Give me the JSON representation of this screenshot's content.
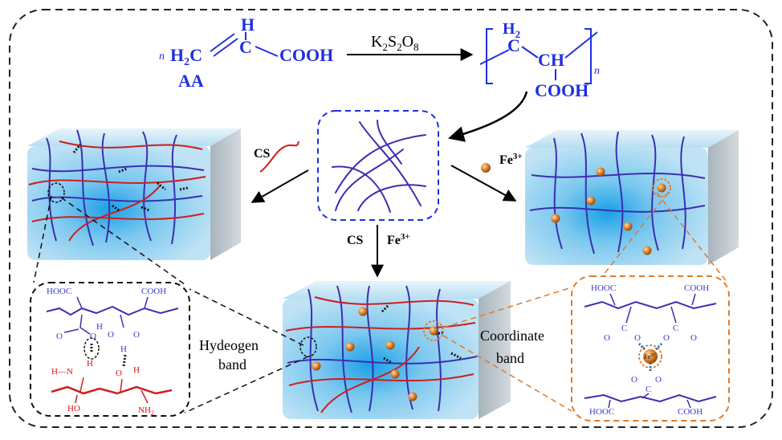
{
  "reaction": {
    "n_left": "n",
    "h2c": "H",
    "h2c_sub": "2",
    "h2c_c": "C",
    "eq": "=",
    "h_top": "H",
    "c_mid": "C",
    "cooh": "COOH",
    "monomer_label": "AA",
    "initiator_k": "K",
    "initiator_k_sub": "2",
    "initiator_s": "S",
    "initiator_s_sub": "2",
    "initiator_o": "O",
    "initiator_o_sub": "8",
    "poly_h2": "H",
    "poly_h2_sub": "2",
    "poly_c": "C",
    "poly_ch": "CH",
    "poly_cooh": "COOH",
    "poly_n": "n"
  },
  "labels": {
    "cs_left": "CS",
    "fe_right": "Fe",
    "fe_right_sup": "3+",
    "cs_bottom": "CS",
    "fe_bottom": "Fe",
    "fe_bottom_sup": "3+",
    "hydrogen_line1": "Hydeogen",
    "hydrogen_line2": "band",
    "coordinate_line1": "Coordinate",
    "coordinate_line2": "band"
  },
  "hbond_inset": {
    "hooc": "HOOC",
    "cooh": "COOH",
    "o1": "O",
    "h1": "H",
    "o2": "O",
    "h2": "H",
    "hn": "H—N",
    "oh": "O",
    "oh_h": "H",
    "h_nh": "H",
    "ho": "HO",
    "nh2": "NH",
    "nh2_sub": "2"
  },
  "coord_inset": {
    "hooc_top": "HOOC",
    "cooh_top": "COOH",
    "fe": "Fe",
    "fe_sup": "3+",
    "hooc_bottom": "HOOC",
    "cooh_bottom": "COOH",
    "o": "O",
    "c": "C"
  },
  "colors": {
    "polymer_blue": "#1f2fe0",
    "chain_purple": "#3b2fb0",
    "chitosan_red": "#cc1f1f",
    "fe_orange": "#d9822b",
    "gel_blue": "#8ccff0",
    "inset_orange": "#e07a2a"
  }
}
